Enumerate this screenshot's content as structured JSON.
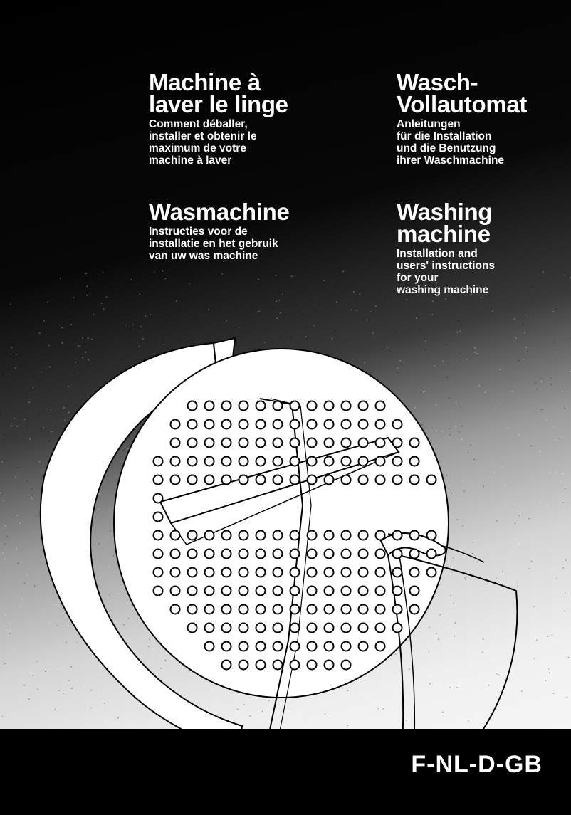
{
  "sections": {
    "fr": {
      "title": [
        "Machine à",
        "laver le linge"
      ],
      "subtitle": [
        "Comment déballer,",
        "installer et obtenir le",
        "maximum de votre",
        "machine à laver"
      ]
    },
    "de": {
      "title": [
        "Wasch-",
        "Vollautomat"
      ],
      "subtitle": [
        "Anleitungen",
        "für die Installation",
        "und die Benutzung",
        "ihrer Waschmachine"
      ]
    },
    "nl": {
      "title": [
        "Wasmachine"
      ],
      "subtitle": [
        "Instructies voor de",
        "installatie en het gebruik",
        "van uw was machine"
      ]
    },
    "gb": {
      "title": [
        "Washing",
        "machine"
      ],
      "subtitle": [
        "Installation and",
        "users' instructions",
        "for your",
        "washing machine"
      ]
    }
  },
  "language_codes": "F-NL-D-GB",
  "colors": {
    "background_dark": "#000000",
    "background_light": "#f4f4f4",
    "text": "#ffffff"
  }
}
